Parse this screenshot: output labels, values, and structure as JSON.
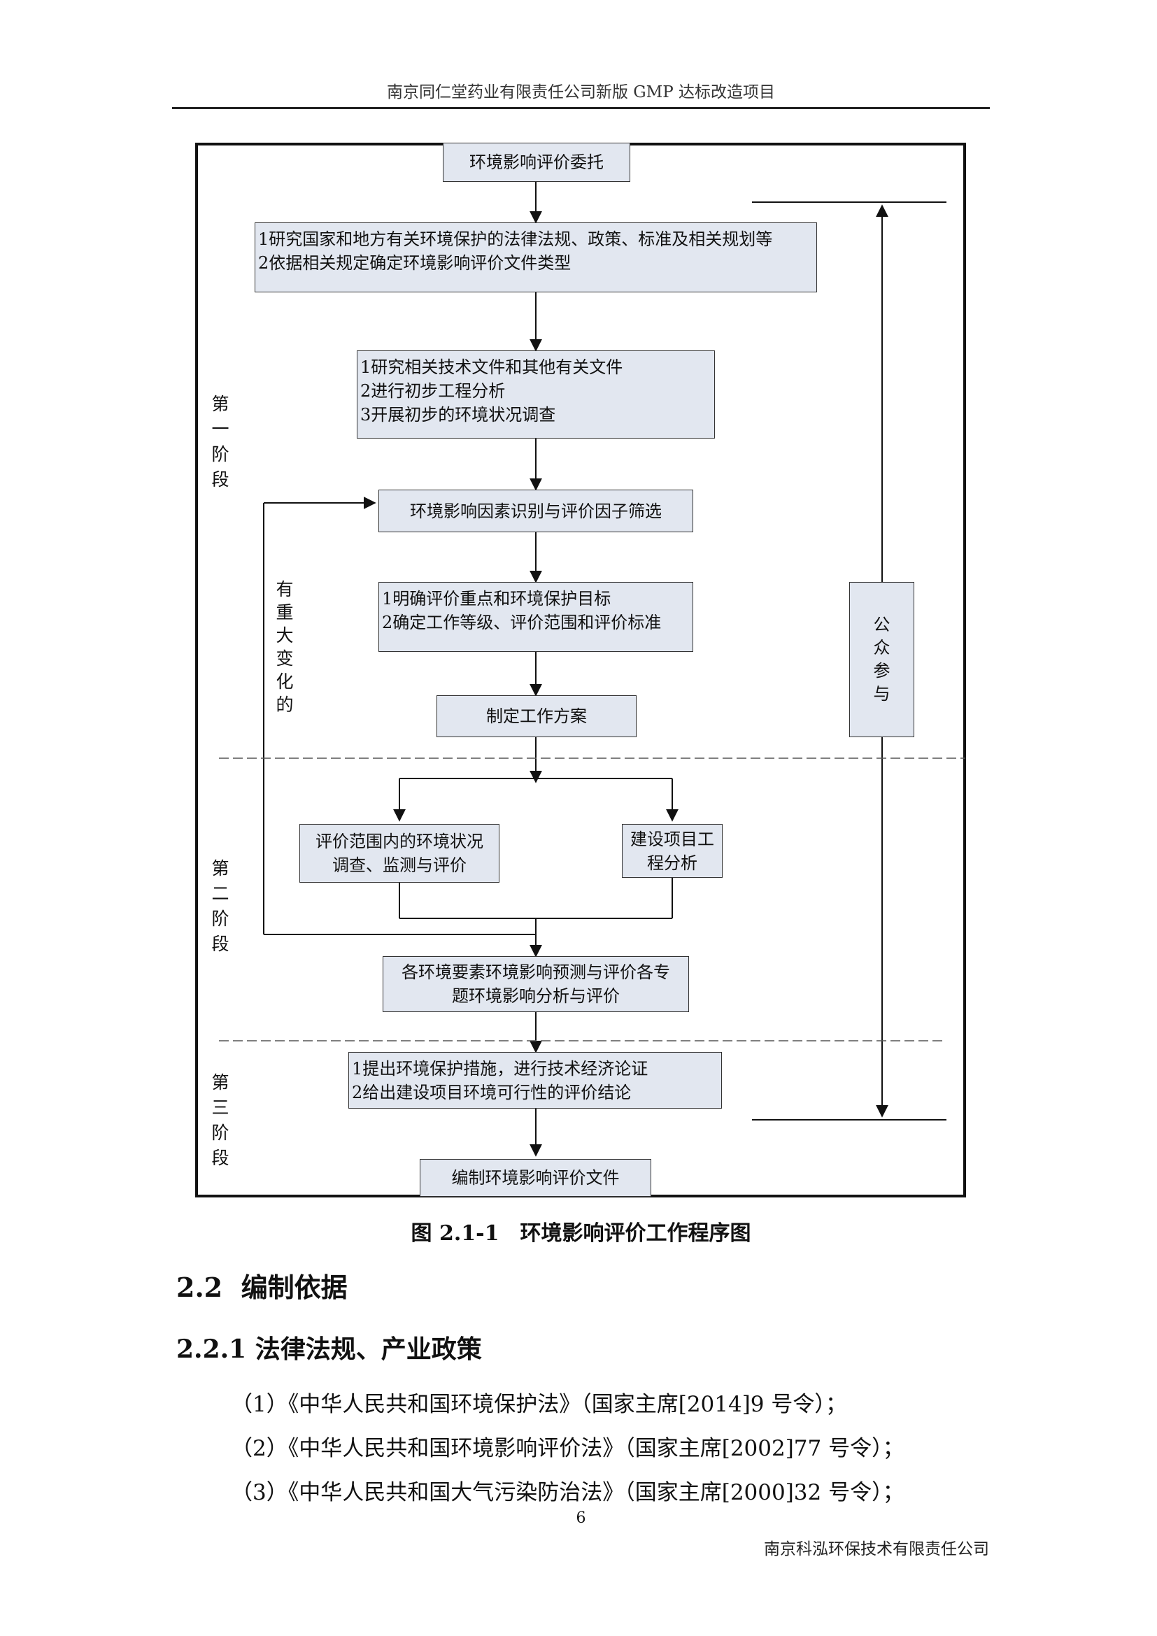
{
  "header": {
    "title": "南京同仁堂药业有限责任公司新版 GMP 达标改造项目"
  },
  "flowchart": {
    "commission": "环境影响评价委托",
    "step1": {
      "lines": [
        "1研究国家和地方有关环境保护的法律法规、政策、标准及相关规划等",
        "2依据相关规定确定环境影响评价文件类型"
      ]
    },
    "step2": {
      "lines": [
        "1研究相关技术文件和其他有关文件",
        "2进行初步工程分析",
        "3开展初步的环境状况调查"
      ]
    },
    "identify": "环境影响因素识别与评价因子筛选",
    "step3": {
      "lines": [
        "1明确评价重点和环境保护目标",
        "2确定工作等级、评价范围和评价标准"
      ]
    },
    "plan": "制定工作方案",
    "survey": {
      "lines": [
        "评价范围内的环境状况",
        "调查、监测与评价"
      ]
    },
    "project": {
      "lines": [
        "建设项目工",
        "程分析"
      ]
    },
    "predict": {
      "lines": [
        "各环境要素环境影响预测与评价各专",
        "题环境影响分析与评价"
      ]
    },
    "step4": {
      "lines": [
        "1提出环境保护措施，进行技术经济论证",
        "2给出建设项目环境可行性的评价结论"
      ]
    },
    "report": "编制环境影响评价文件",
    "public": [
      "公",
      "众",
      "参",
      "与"
    ],
    "change": [
      "有",
      "重",
      "大",
      "变",
      "化",
      "的"
    ],
    "stage1": [
      "第",
      "一",
      "阶",
      "段"
    ],
    "stage2": [
      "第",
      "二",
      "阶",
      "段"
    ],
    "stage3": [
      "第",
      "三",
      "阶",
      "段"
    ]
  },
  "caption": "图 2.1-1　环境影响评价工作程序图",
  "section": {
    "number": "2.2",
    "title": "编制依据"
  },
  "subsection": {
    "number": "2.2.1",
    "title": "法律法规、产业政策"
  },
  "references": [
    "（1）《中华人民共和国环境保护法》（国家主席[2014]9 号令）；",
    "（2）《中华人民共和国环境影响评价法》（国家主席[2002]77 号令）；",
    "（3）《中华人民共和国大气污染防治法》（国家主席[2000]32 号令）；"
  ],
  "page_number": "6",
  "footer": {
    "company": "南京科泓环保技术有限责任公司"
  }
}
